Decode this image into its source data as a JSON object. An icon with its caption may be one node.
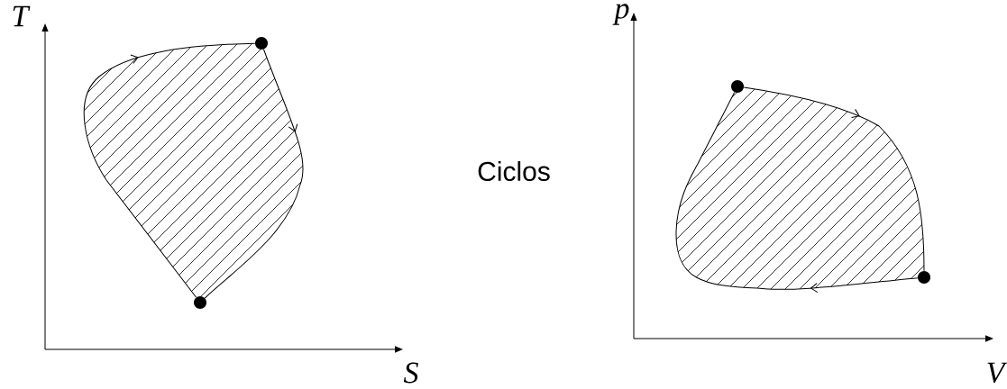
{
  "diagram": {
    "nodes": [
      {
        "text": [],
        "shape": "circle"
      },
      {
        "text": [],
        "shape": "circle"
      },
      {
        "text": [],
        "shape": "circle"
      },
      {
        "text": [],
        "shape": "circle"
      }
    ],
    "edges": [
      {
        "from": 0,
        "to": 1,
        "arrow": "to"
      },
      {
        "from": 1,
        "to": 0,
        "arrow": "to"
      },
      {
        "from": 2,
        "to": 3,
        "arrow": "to"
      },
      {
        "from": 3,
        "to": 2,
        "arrow": "to"
      }
    ],
    "labels": [
      "T",
      "S",
      "Ciclos",
      "p",
      "V"
    ]
  }
}
